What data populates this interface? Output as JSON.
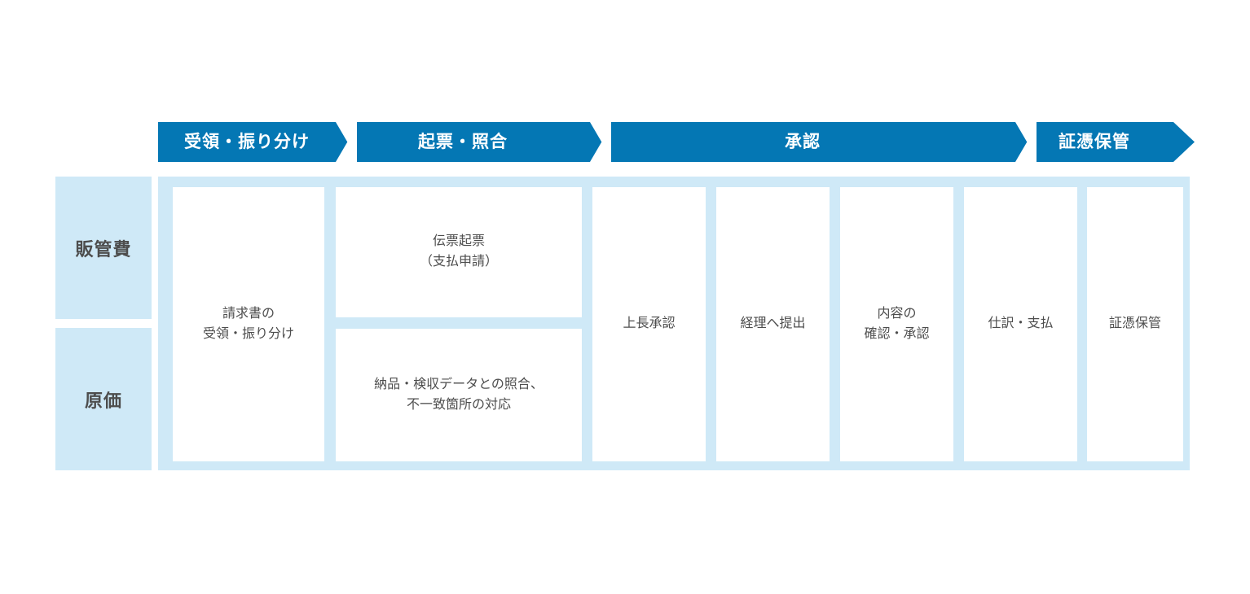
{
  "colors": {
    "accent_blue": "#0477B4",
    "panel_light_blue": "#CFE9F7",
    "box_white": "#FFFFFF",
    "text_gray": "#4D4D4D"
  },
  "phases": [
    {
      "label": "受領・振り分け"
    },
    {
      "label": "起票・照合"
    },
    {
      "label": "承認"
    },
    {
      "label": "証憑保管"
    }
  ],
  "row_labels": [
    {
      "label": "販管費"
    },
    {
      "label": "原価"
    }
  ],
  "boxes": [
    {
      "name": "invoice-receipt",
      "text": "請求書の\n受領・振り分け"
    },
    {
      "name": "slip-entry",
      "text": "伝票起票\n（支払申請）"
    },
    {
      "name": "delivery-matching",
      "text": "納品・検収データとの照合、\n不一致箇所の対応"
    },
    {
      "name": "manager-approval",
      "text": "上長承認"
    },
    {
      "name": "submit-to-accounting",
      "text": "経理へ提出"
    },
    {
      "name": "content-check-approval",
      "text": "内容の\n確認・承認"
    },
    {
      "name": "journal-payment",
      "text": "仕訳・支払"
    },
    {
      "name": "evidence-storage",
      "text": "証憑保管"
    }
  ]
}
